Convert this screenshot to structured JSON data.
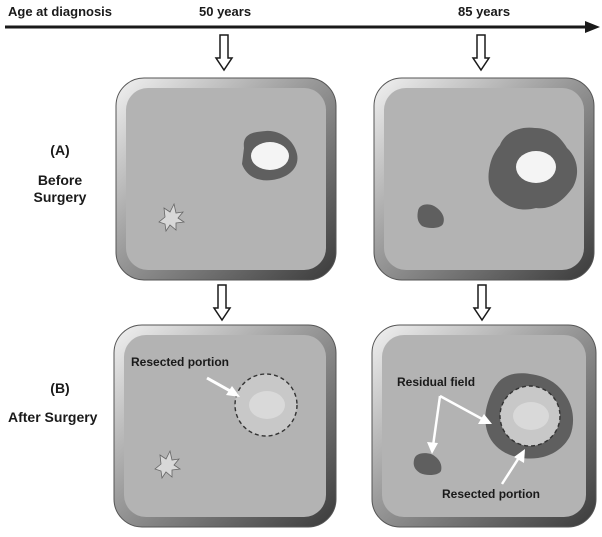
{
  "timeline": {
    "axis_label": "Age at diagnosis",
    "age_1": "50 years",
    "age_2": "85 years"
  },
  "row_a": {
    "marker": "(A)",
    "title_line1": "Before",
    "title_line2": "Surgery"
  },
  "row_b": {
    "marker": "(B)",
    "title": "After Surgery"
  },
  "panel_b1": {
    "annotation": "Resected portion"
  },
  "panel_b2": {
    "residual_label": "Residual field",
    "resected_label": "Resected portion"
  },
  "colors": {
    "panel_fill": "#b3b3b3",
    "lesion_dark": "#5f5f5f",
    "lesion_core": "#f4f4f4",
    "resected_fill": "#c8c8c8",
    "resected_core": "#d9d9d9",
    "outline": "#333333"
  }
}
